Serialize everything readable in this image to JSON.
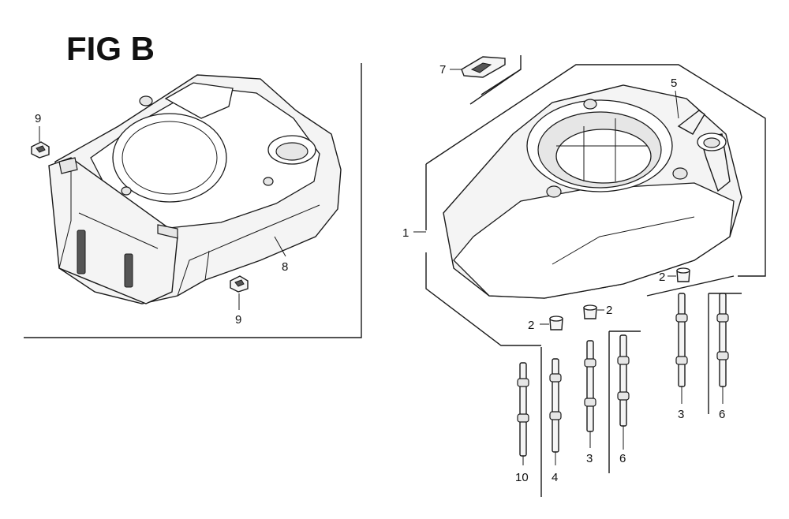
{
  "figure": {
    "title": "FIG B"
  },
  "callouts": {
    "c1": "1",
    "c2a": "2",
    "c2b": "2",
    "c2c": "2",
    "c3a": "3",
    "c3b": "3",
    "c4": "4",
    "c5": "5",
    "c6a": "6",
    "c6b": "6",
    "c7": "7",
    "c8": "8",
    "c9a": "9",
    "c9b": "9",
    "c10": "10"
  }
}
